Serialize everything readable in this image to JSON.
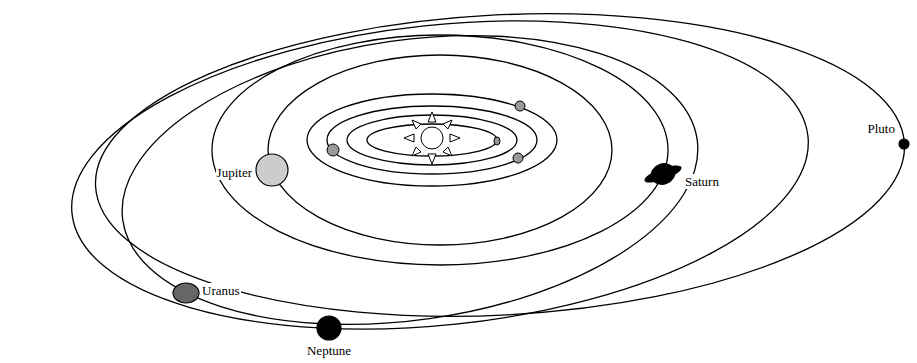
{
  "diagram": {
    "labels": [
      "Jupiter",
      "Saturn",
      "Uranus",
      "Neptune",
      "Pluto"
    ]
  }
}
